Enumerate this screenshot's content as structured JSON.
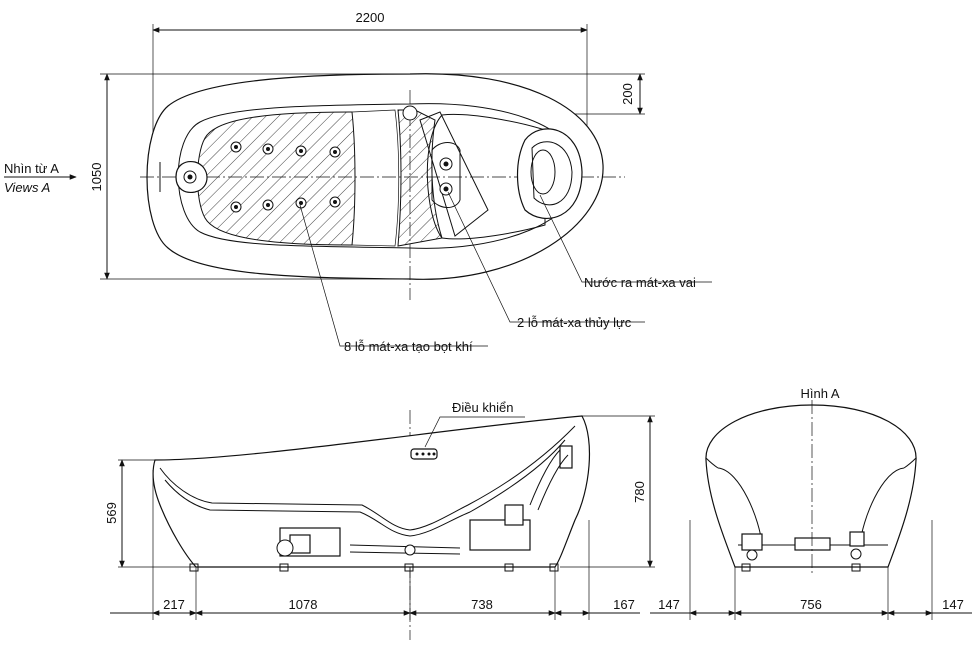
{
  "dimensions": {
    "overall_length": "2200",
    "overall_width": "1050",
    "rim_offset": "200",
    "side_height_left": "569",
    "side_height_right": "780",
    "bottom_left_overhang": "217",
    "bottom_span_1": "1078",
    "bottom_span_2": "738",
    "bottom_right_overhang": "167",
    "end_left_overhang": "147",
    "end_base_width": "756",
    "end_right_overhang": "147"
  },
  "labels": {
    "view_arrow_vn": "Nhìn từ A",
    "view_arrow_en": "Views A",
    "shoulder_water": "Nước ra mát-xa vai",
    "hydro_holes": "2 lỗ mát-xa thủy lực",
    "air_holes": "8 lỗ mát-xa tạo bọt khí",
    "control": "Điều khiển",
    "figure_a": "Hình A"
  }
}
